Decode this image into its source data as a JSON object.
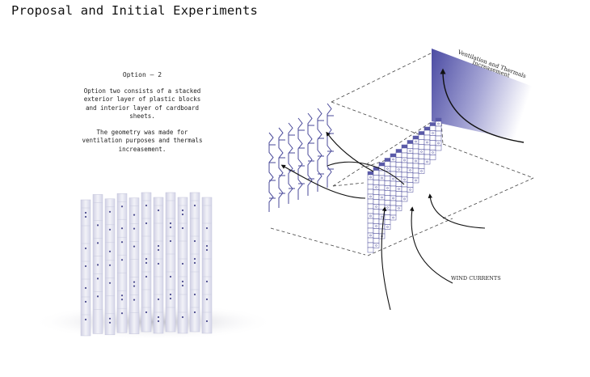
{
  "title": "Proposal and Initial Experiments",
  "option": {
    "heading": "Option – 2",
    "paragraphs": [
      "Option two consists of a stacked exterior layer of plastic blocks and interior layer of cardboard sheets.",
      "The geometry was made for ventilation purposes and thermals increasement."
    ]
  },
  "diagram": {
    "panel_label_line1": "Ventilation and Thermals",
    "panel_label_line2": "Increasement",
    "wind_label": "WIND CURRENTS",
    "accent_color": "#5a5aa8",
    "line_color": "#4a4a9a"
  },
  "model": {
    "description_icon": "stacked-block-wall-render"
  }
}
